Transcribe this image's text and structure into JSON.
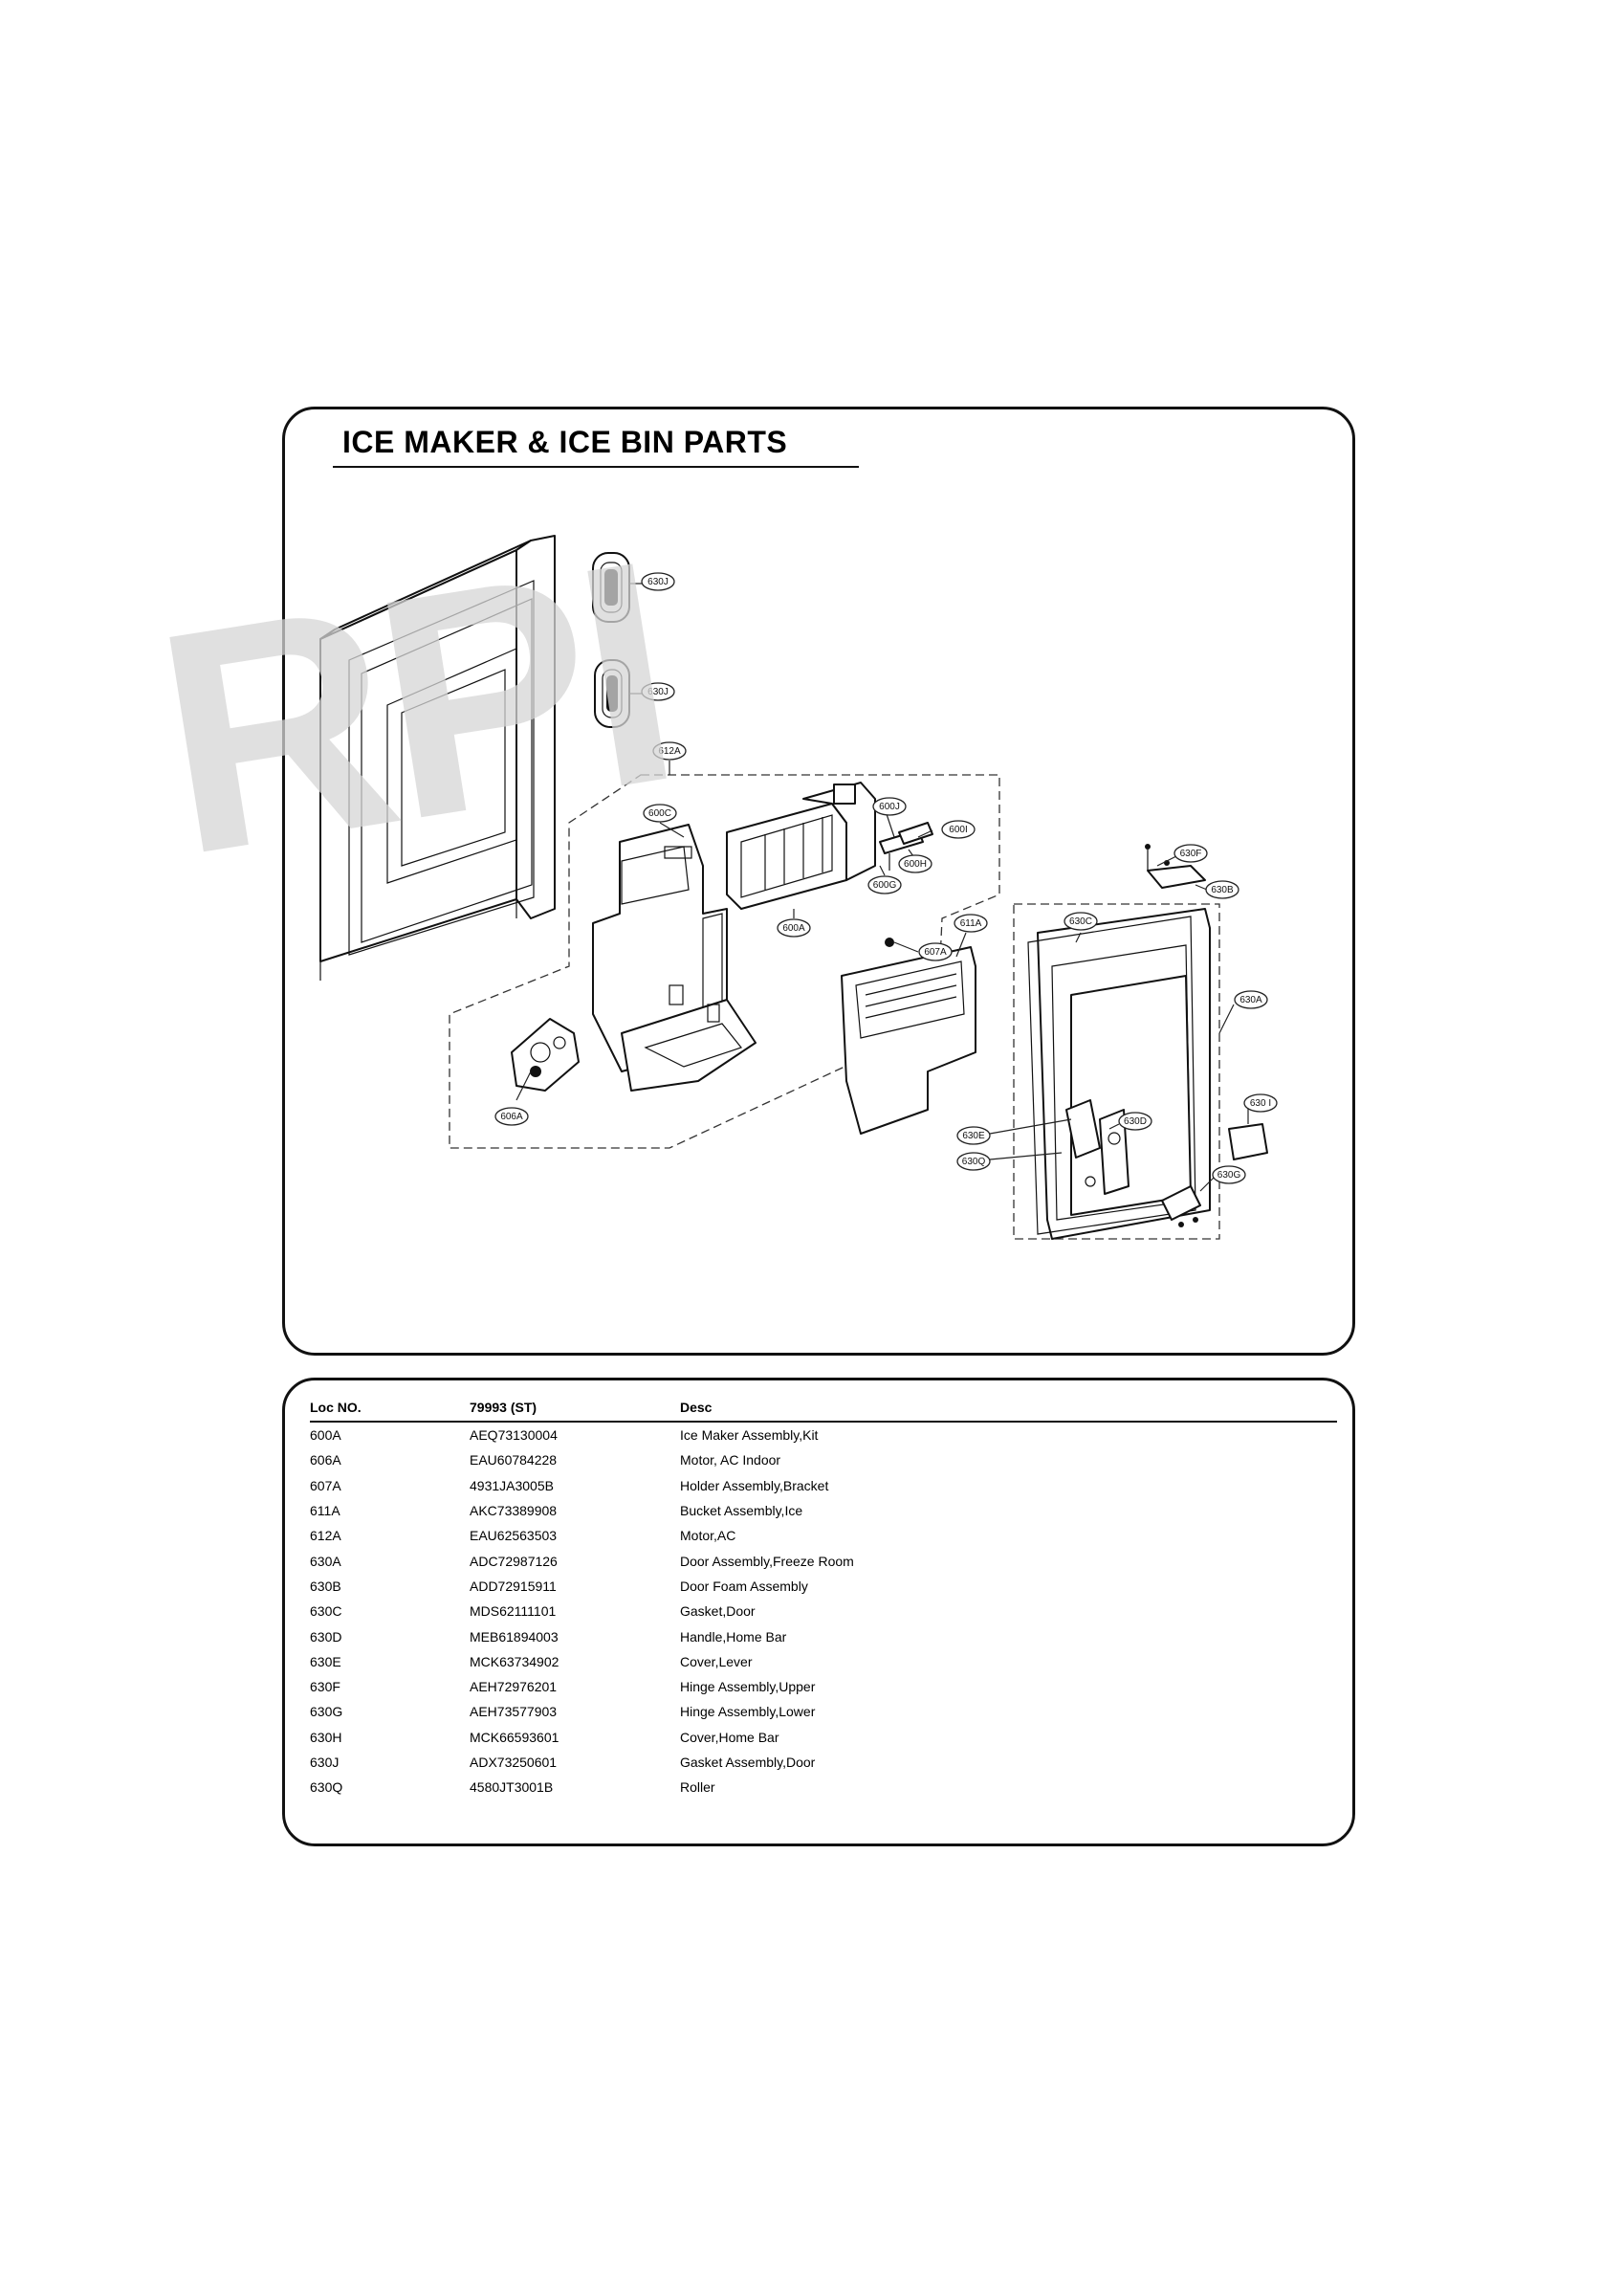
{
  "section_title": "ICE MAKER & ICE BIN PARTS",
  "watermark": "RPI",
  "callouts": {
    "c630J_a": "630J",
    "c630J_b": "630J",
    "c612A": "612A",
    "c600C": "600C",
    "c600J": "600J",
    "c600I": "600I",
    "c600H": "600H",
    "c600G": "600G",
    "c600A": "600A",
    "c607A": "607A",
    "c611A": "611A",
    "c606A": "606A",
    "c630F": "630F",
    "c630B": "630B",
    "c630C": "630C",
    "c630A": "630A",
    "c630I": "630 I",
    "c630D": "630D",
    "c630E": "630E",
    "c630Q": "630Q",
    "c630G": "630G"
  },
  "table": {
    "headers": [
      "Loc NO.",
      "79993 (ST)",
      "Desc"
    ],
    "rows": [
      [
        "600A",
        "AEQ73130004",
        "Ice Maker Assembly,Kit"
      ],
      [
        "606A",
        "EAU60784228",
        "Motor, AC Indoor"
      ],
      [
        "607A",
        "4931JA3005B",
        "Holder Assembly,Bracket"
      ],
      [
        "611A",
        "AKC73389908",
        "Bucket Assembly,Ice"
      ],
      [
        "612A",
        "EAU62563503",
        "Motor,AC"
      ],
      [
        "630A",
        "ADC72987126",
        "Door Assembly,Freeze Room"
      ],
      [
        "630B",
        "ADD72915911",
        "Door Foam Assembly"
      ],
      [
        "630C",
        "MDS62111101",
        "Gasket,Door"
      ],
      [
        "630D",
        "MEB61894003",
        "Handle,Home Bar"
      ],
      [
        "630E",
        "MCK63734902",
        "Cover,Lever"
      ],
      [
        "630F",
        "AEH72976201",
        "Hinge Assembly,Upper"
      ],
      [
        "630G",
        "AEH73577903",
        "Hinge Assembly,Lower"
      ],
      [
        "630H",
        "MCK66593601",
        "Cover,Home Bar"
      ],
      [
        "630J",
        "ADX73250601",
        "Gasket Assembly,Door"
      ],
      [
        "630Q",
        "4580JT3001B",
        "Roller"
      ]
    ]
  }
}
